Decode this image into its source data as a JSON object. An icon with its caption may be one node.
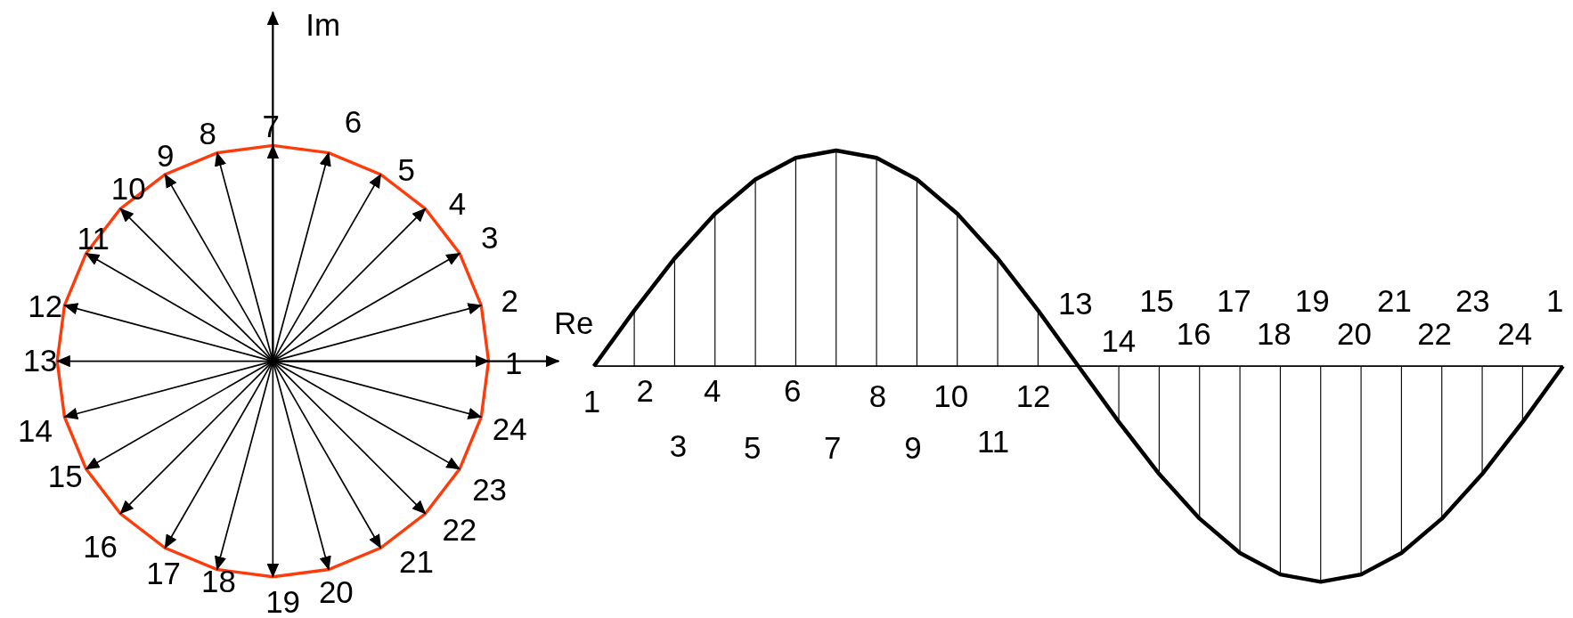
{
  "diagram": {
    "labels": [
      "Im",
      "1",
      "2",
      "3",
      "4",
      "5",
      "6",
      "7",
      "8",
      "9",
      "10",
      "11",
      "12",
      "13",
      "14",
      "15",
      "16",
      "17",
      "18",
      "19",
      "20",
      "21",
      "22",
      "23",
      "24",
      "Re",
      "1",
      "2",
      "3",
      "4",
      "5",
      "6",
      "7",
      "8",
      "9",
      "10",
      "11",
      "12",
      "13",
      "14",
      "15",
      "16",
      "17",
      "18",
      "19",
      "20",
      "21",
      "22",
      "23",
      "24",
      "1"
    ]
  }
}
